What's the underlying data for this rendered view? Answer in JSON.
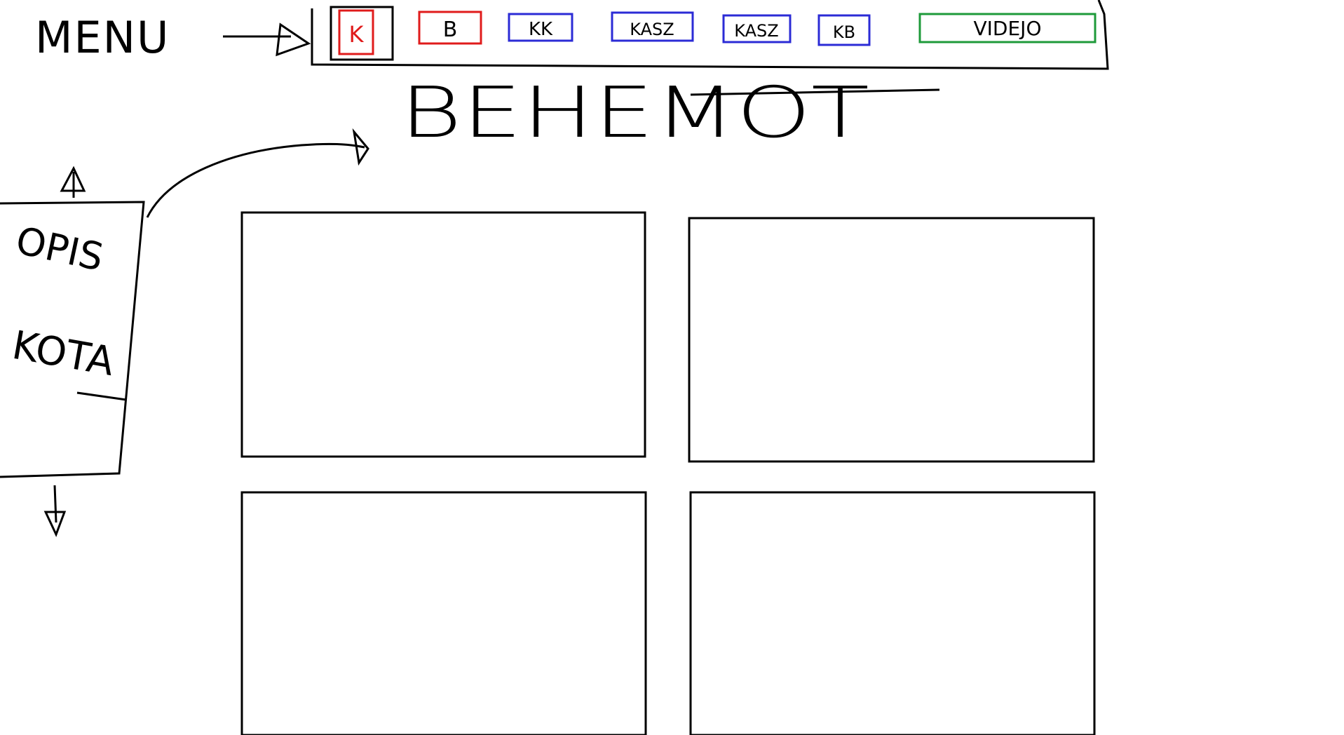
{
  "menu_label": "MENU",
  "title": "BEHEMOT",
  "nav": {
    "items": [
      {
        "label": "K",
        "color": "#e01b1b"
      },
      {
        "label": "B",
        "color": "#e01b1b"
      },
      {
        "label": "KK",
        "color": "#2b2bd6"
      },
      {
        "label": "KASZ",
        "color": "#2b2bd6"
      },
      {
        "label": "KASZ",
        "color": "#2b2bd6"
      },
      {
        "label": "KB",
        "color": "#2b2bd6"
      },
      {
        "label": "VIDEJO",
        "color": "#1e9a3a"
      }
    ]
  },
  "sidebar": {
    "line1": "OPIS",
    "line2": "KOTA"
  },
  "panels": [
    "",
    "",
    "",
    ""
  ]
}
